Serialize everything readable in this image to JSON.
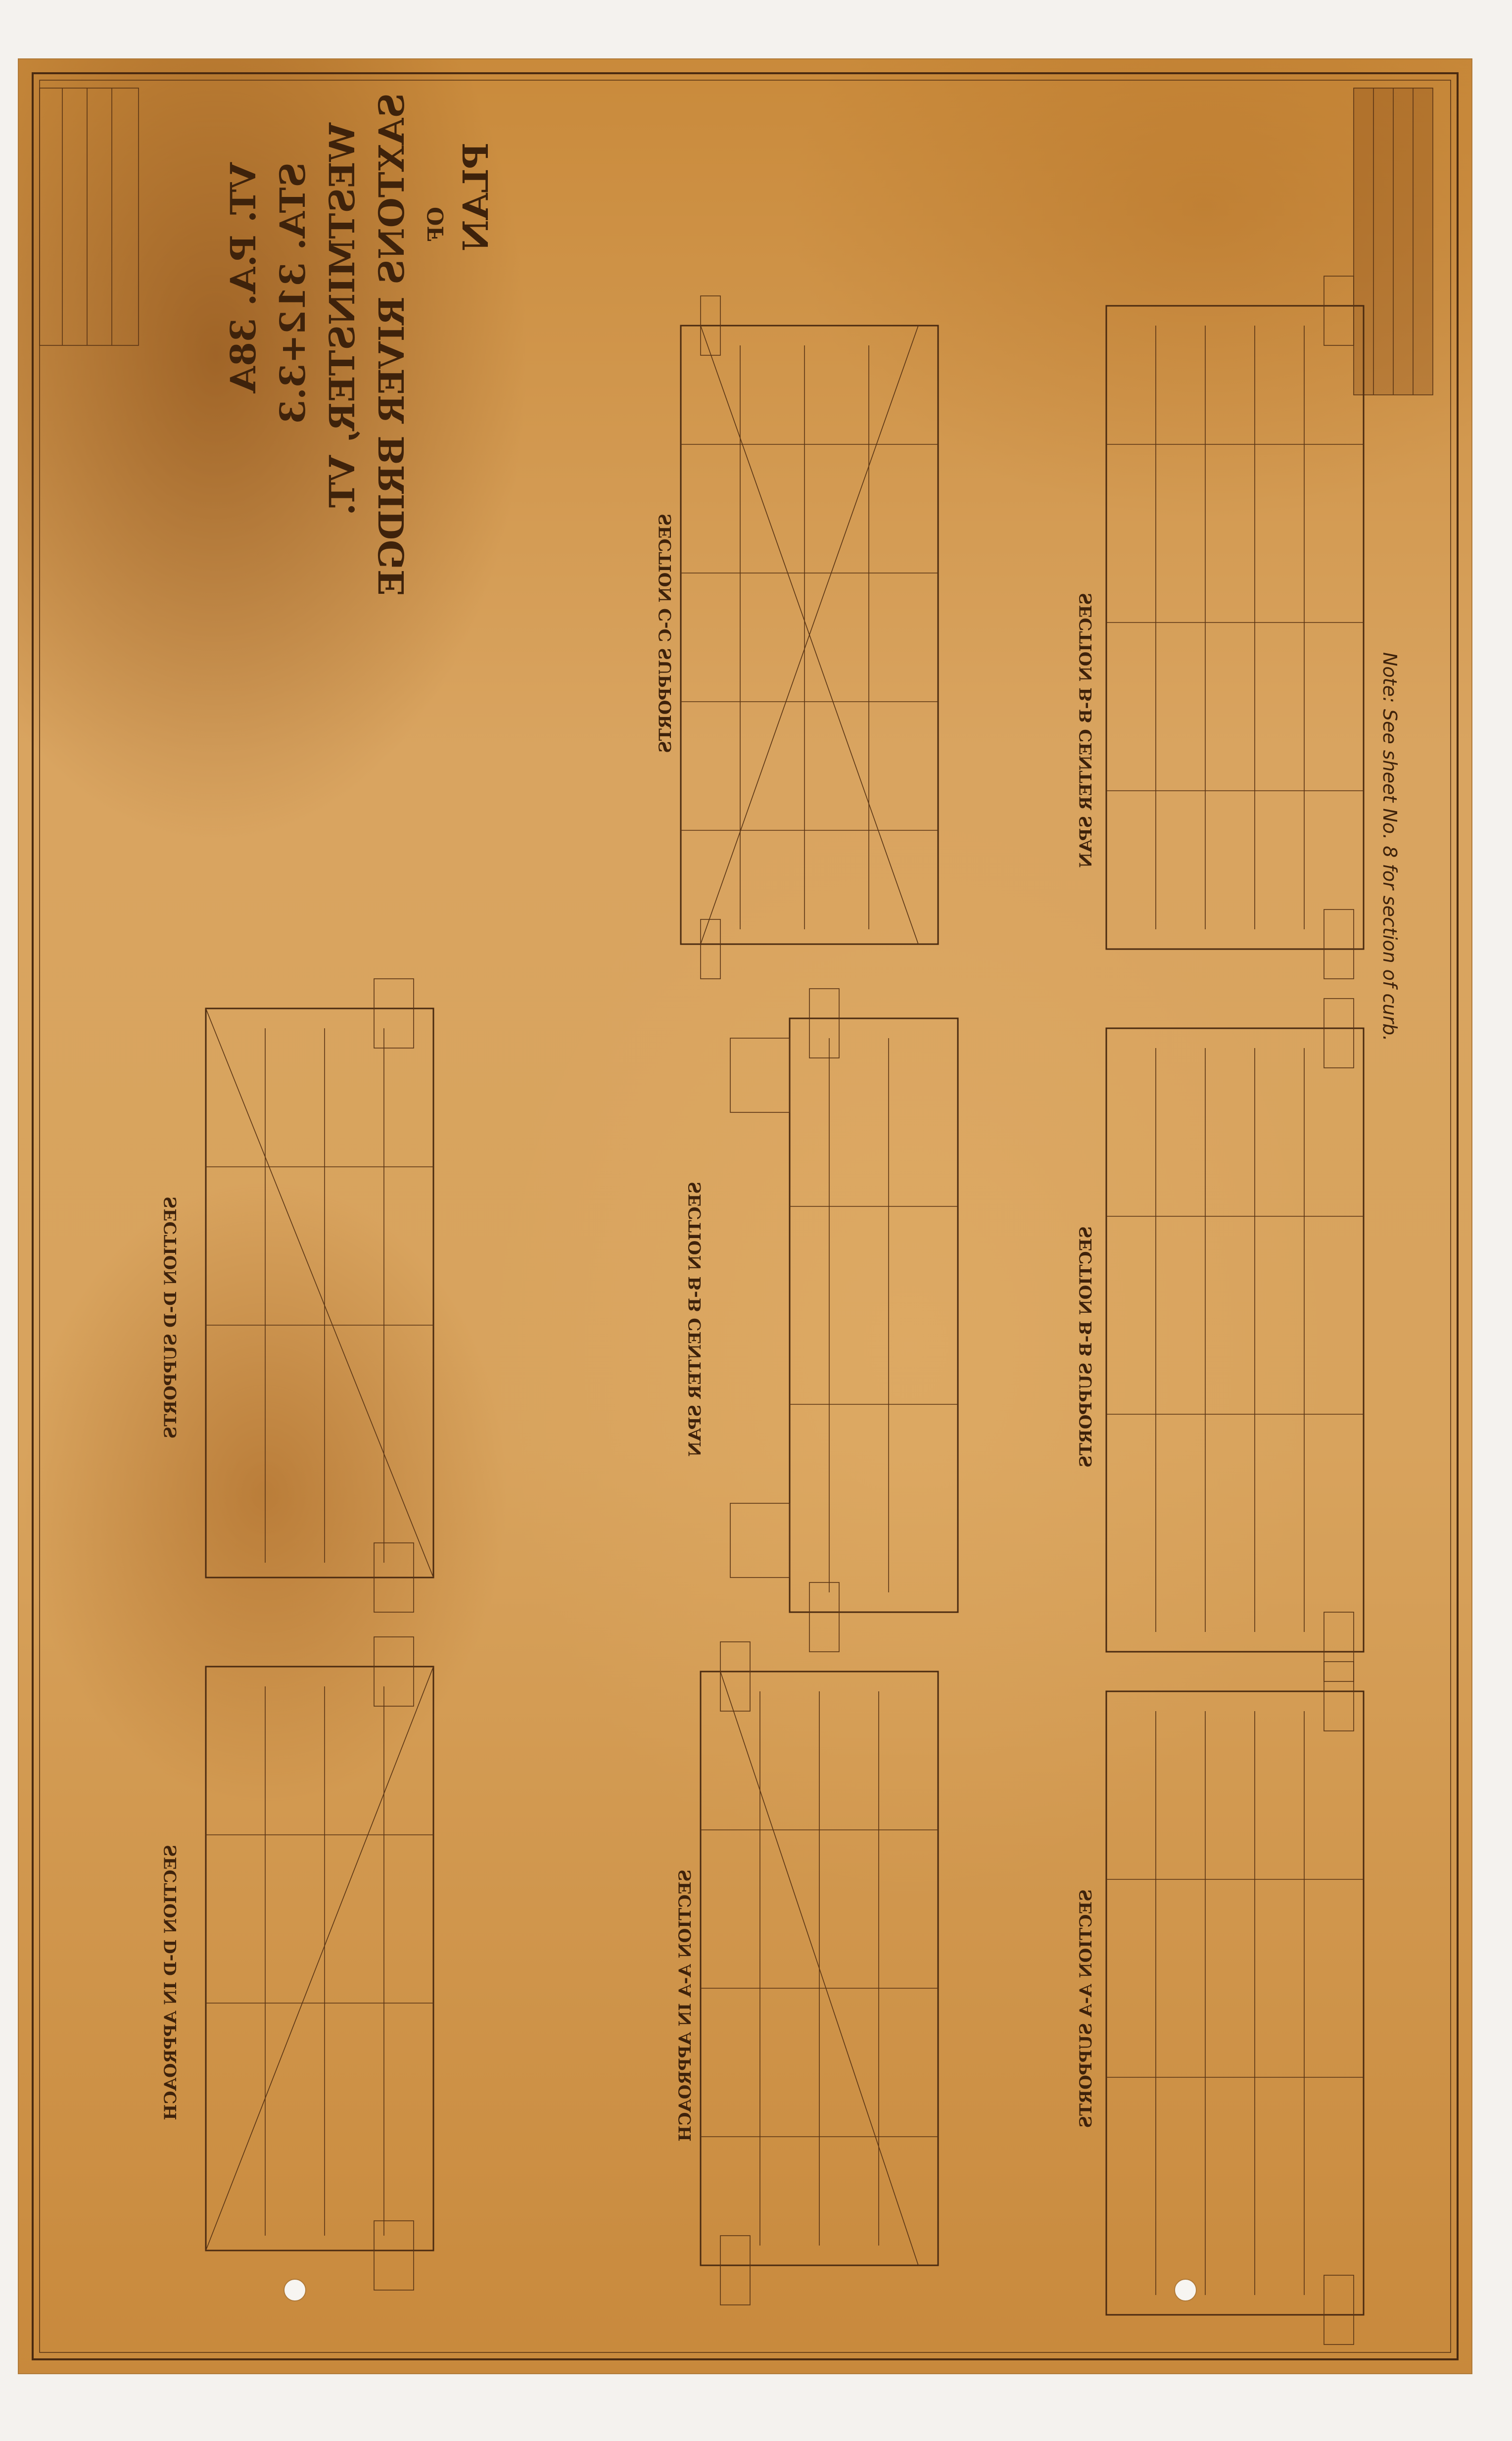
{
  "title_block": {
    "line1": "PLAN",
    "line2": "OF",
    "line3": "SAXTONS RIVER BRIDGE",
    "line4": "WESTMINSTER, VT.",
    "line5": "STA. 312+3.3",
    "line6": "VT. P.A. 38A"
  },
  "sections": [
    {
      "label": "SECTION C-C SUPPORTS"
    },
    {
      "label": "SECTION B-B CENTER SPAN"
    },
    {
      "label": "SECTION A-A SUPPORTS"
    },
    {
      "label": "SECTION B-B SUPPORTS"
    },
    {
      "label": "SECTION B-B CENTER SPAN"
    },
    {
      "label": "SECTION A-A IN APPROACH"
    },
    {
      "label": "SECTION D-D SUPPORTS"
    },
    {
      "label": "SECTION D-D IN APPROACH"
    }
  ],
  "notes": {
    "side_note": "Note: See sheet No. 8 for section of curb."
  },
  "colors": {
    "paper": "#d9a460",
    "ink": "#4a2a10",
    "stain": "#8a4a12"
  }
}
